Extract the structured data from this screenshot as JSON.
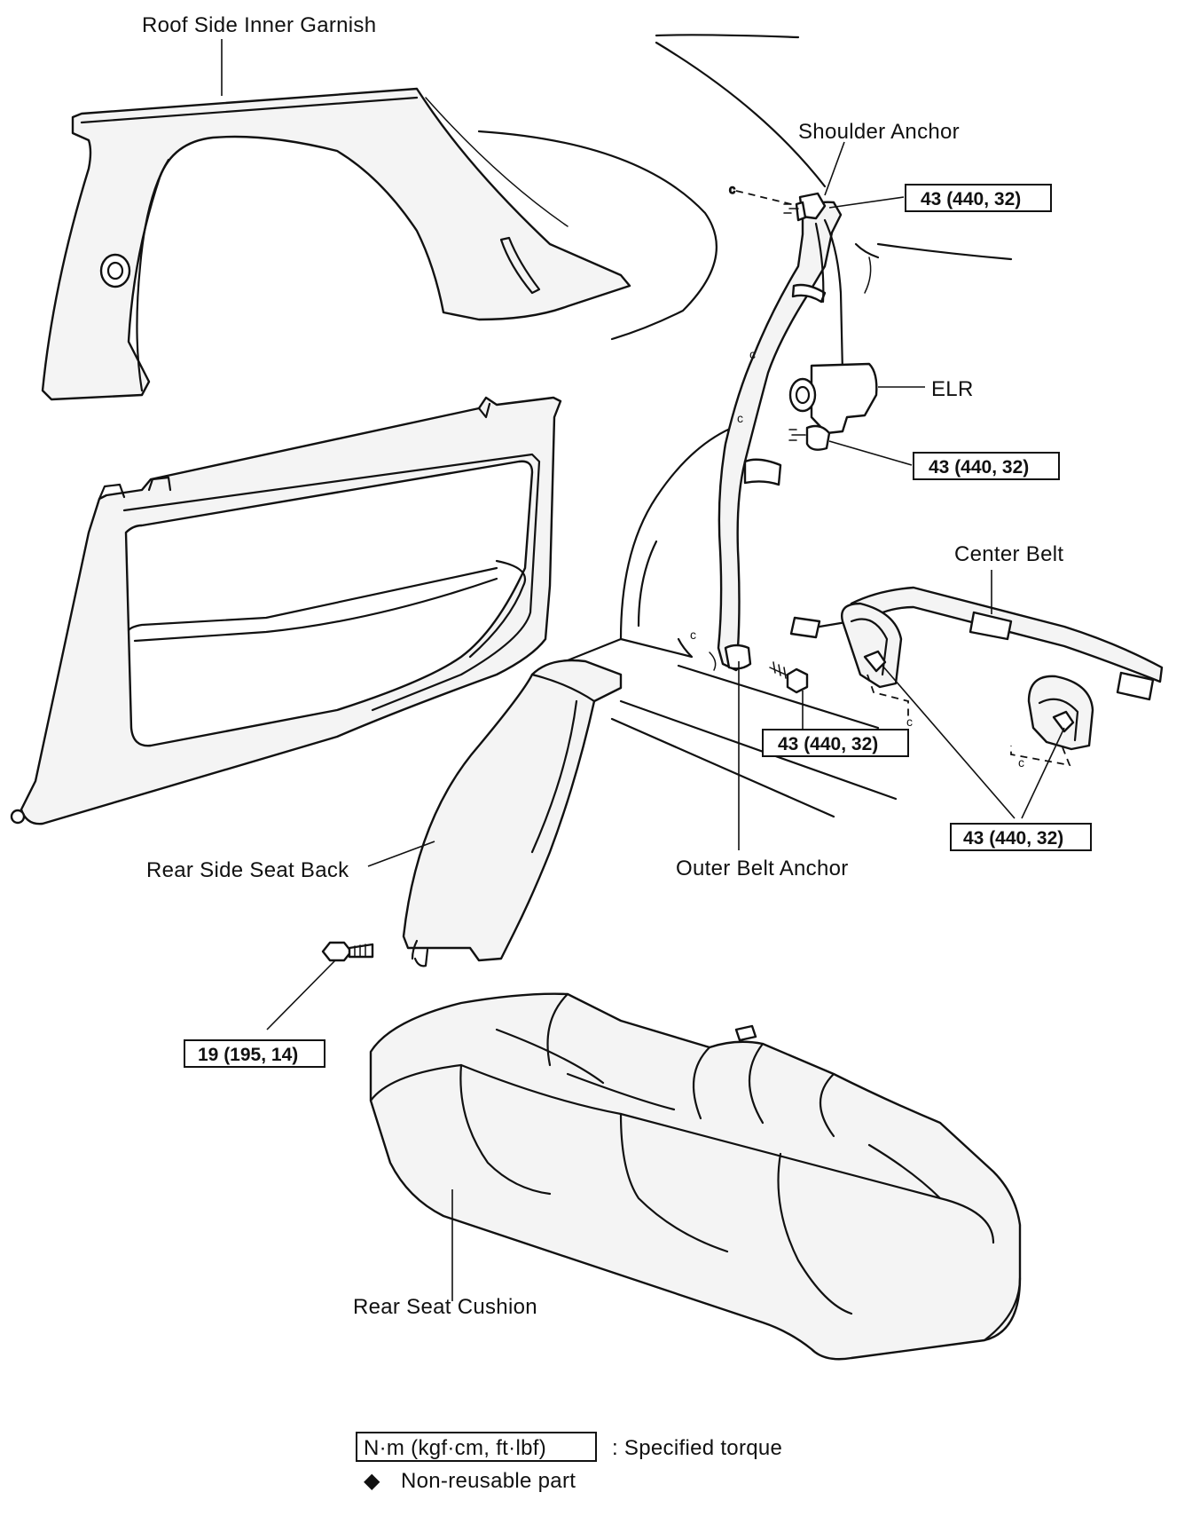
{
  "labels": {
    "roof_side_inner_garnish": "Roof Side Inner Garnish",
    "shoulder_anchor": "Shoulder Anchor",
    "elr": "ELR",
    "center_belt": "Center Belt",
    "rear_side_seat_back": "Rear Side Seat Back",
    "outer_belt_anchor": "Outer Belt Anchor",
    "rear_seat_cushion": "Rear Seat Cushion"
  },
  "torque": {
    "shoulder_anchor_bolt": "43 (440, 32)",
    "elr_bolt": "43 (440, 32)",
    "outer_belt_anchor_bolt": "43 (440, 32)",
    "center_belt_bolts": "43 (440, 32)",
    "seat_back_bolt": "19 (195, 14)"
  },
  "legend": {
    "torque_unit": "N·m (kgf·cm, ft·lbf)",
    "torque_desc": ":  Specified torque",
    "nonreusable_symbol": "◆",
    "nonreusable_desc": "Non-reusable part"
  }
}
